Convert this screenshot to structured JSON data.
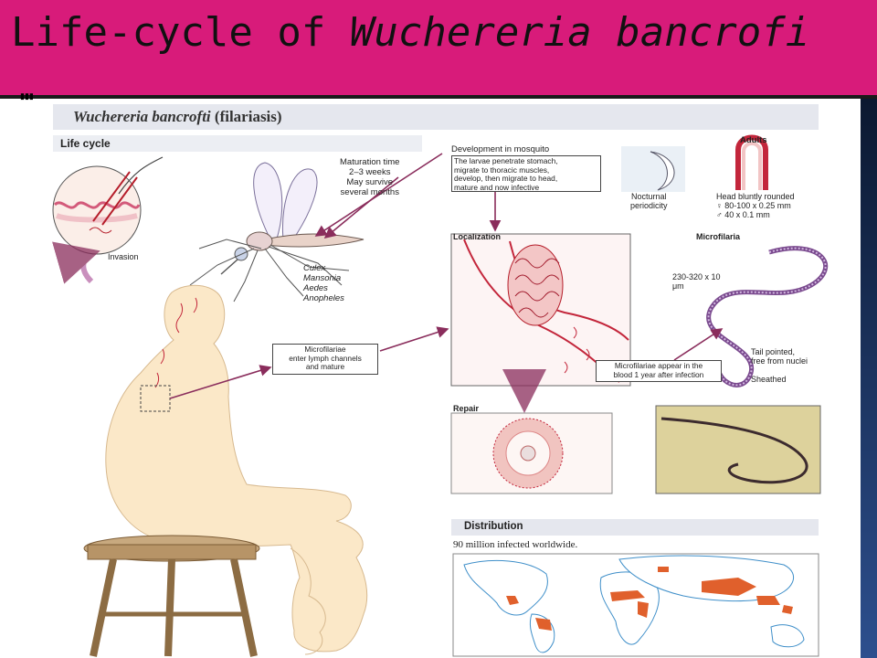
{
  "slide": {
    "title_prefix": "Life-cycle of ",
    "title_species": "Wuchereria bancrofi"
  },
  "figure": {
    "header": {
      "species": "Wuchereria bancrofti",
      "suffix": "(filariasis)"
    },
    "life_cycle_label": "Life cycle",
    "invasion_label": "Invasion",
    "maturation": [
      "Maturation time",
      "2–3 weeks",
      "May survive",
      "several months"
    ],
    "development": {
      "heading": "Development in mosquito",
      "text": [
        "The larvae penetrate stomach,",
        "migrate to thoracic muscles,",
        "develop, then migrate to head,",
        "mature and now infective"
      ]
    },
    "vectors": [
      "Culex",
      "Mansonia",
      "Aedes",
      "Anopheles"
    ],
    "nocturnal": [
      "Nocturnal",
      "periodicity"
    ],
    "adults": {
      "heading": "Adults",
      "lines": [
        "Head bluntly rounded",
        "♀ 80-100 x 0.25 mm",
        "♂ 40 x 0.1 mm"
      ]
    },
    "localization_label": "Localization",
    "microfilaria": {
      "heading": "Microfilaria",
      "size": [
        "230-320 x 10",
        "μm"
      ],
      "tail": [
        "Tail pointed,",
        "free from nuclei"
      ],
      "sheathed": "Sheathed"
    },
    "lymph_box": [
      "Microfilariae",
      "enter lymph channels",
      "and mature"
    ],
    "blood_box": [
      "Microfilariae appear in the",
      "blood 1 year after infection"
    ],
    "repair_label": "Repair",
    "distribution": {
      "heading": "Distribution",
      "text": "90 million infected worldwide."
    },
    "colors": {
      "title_bar": "#d81b7a",
      "panel_heading": "#e5e7ee",
      "arrow": "#8a2d5c",
      "skin": "#fbe8c8",
      "endemic": "#e0602c"
    }
  }
}
